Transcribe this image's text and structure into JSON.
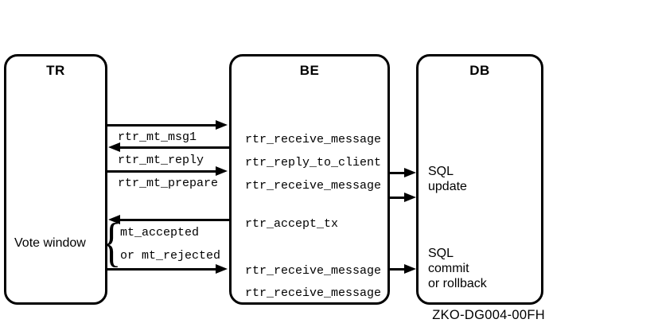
{
  "boxes": {
    "tr": {
      "title": "TR",
      "note": "Vote window"
    },
    "be": {
      "title": "BE"
    },
    "db": {
      "title": "DB",
      "op_update": "SQL\nupdate",
      "op_commit": "SQL\ncommit\nor rollback"
    }
  },
  "messages": {
    "msg1": "rtr_mt_msg1",
    "reply": "rtr_mt_reply",
    "prepare": "rtr_mt_prepare",
    "accepted": "mt_accepted",
    "rejected": "or mt_rejected",
    "brace": "{"
  },
  "be_calls": [
    "rtr_receive_message",
    "rtr_reply_to_client",
    "rtr_receive_message",
    "rtr_accept_tx",
    "rtr_receive_message",
    "rtr_receive_message"
  ],
  "caption": "ZKO-DG004-00FH",
  "colors": {
    "ink": "#000000",
    "background": "#ffffff"
  }
}
